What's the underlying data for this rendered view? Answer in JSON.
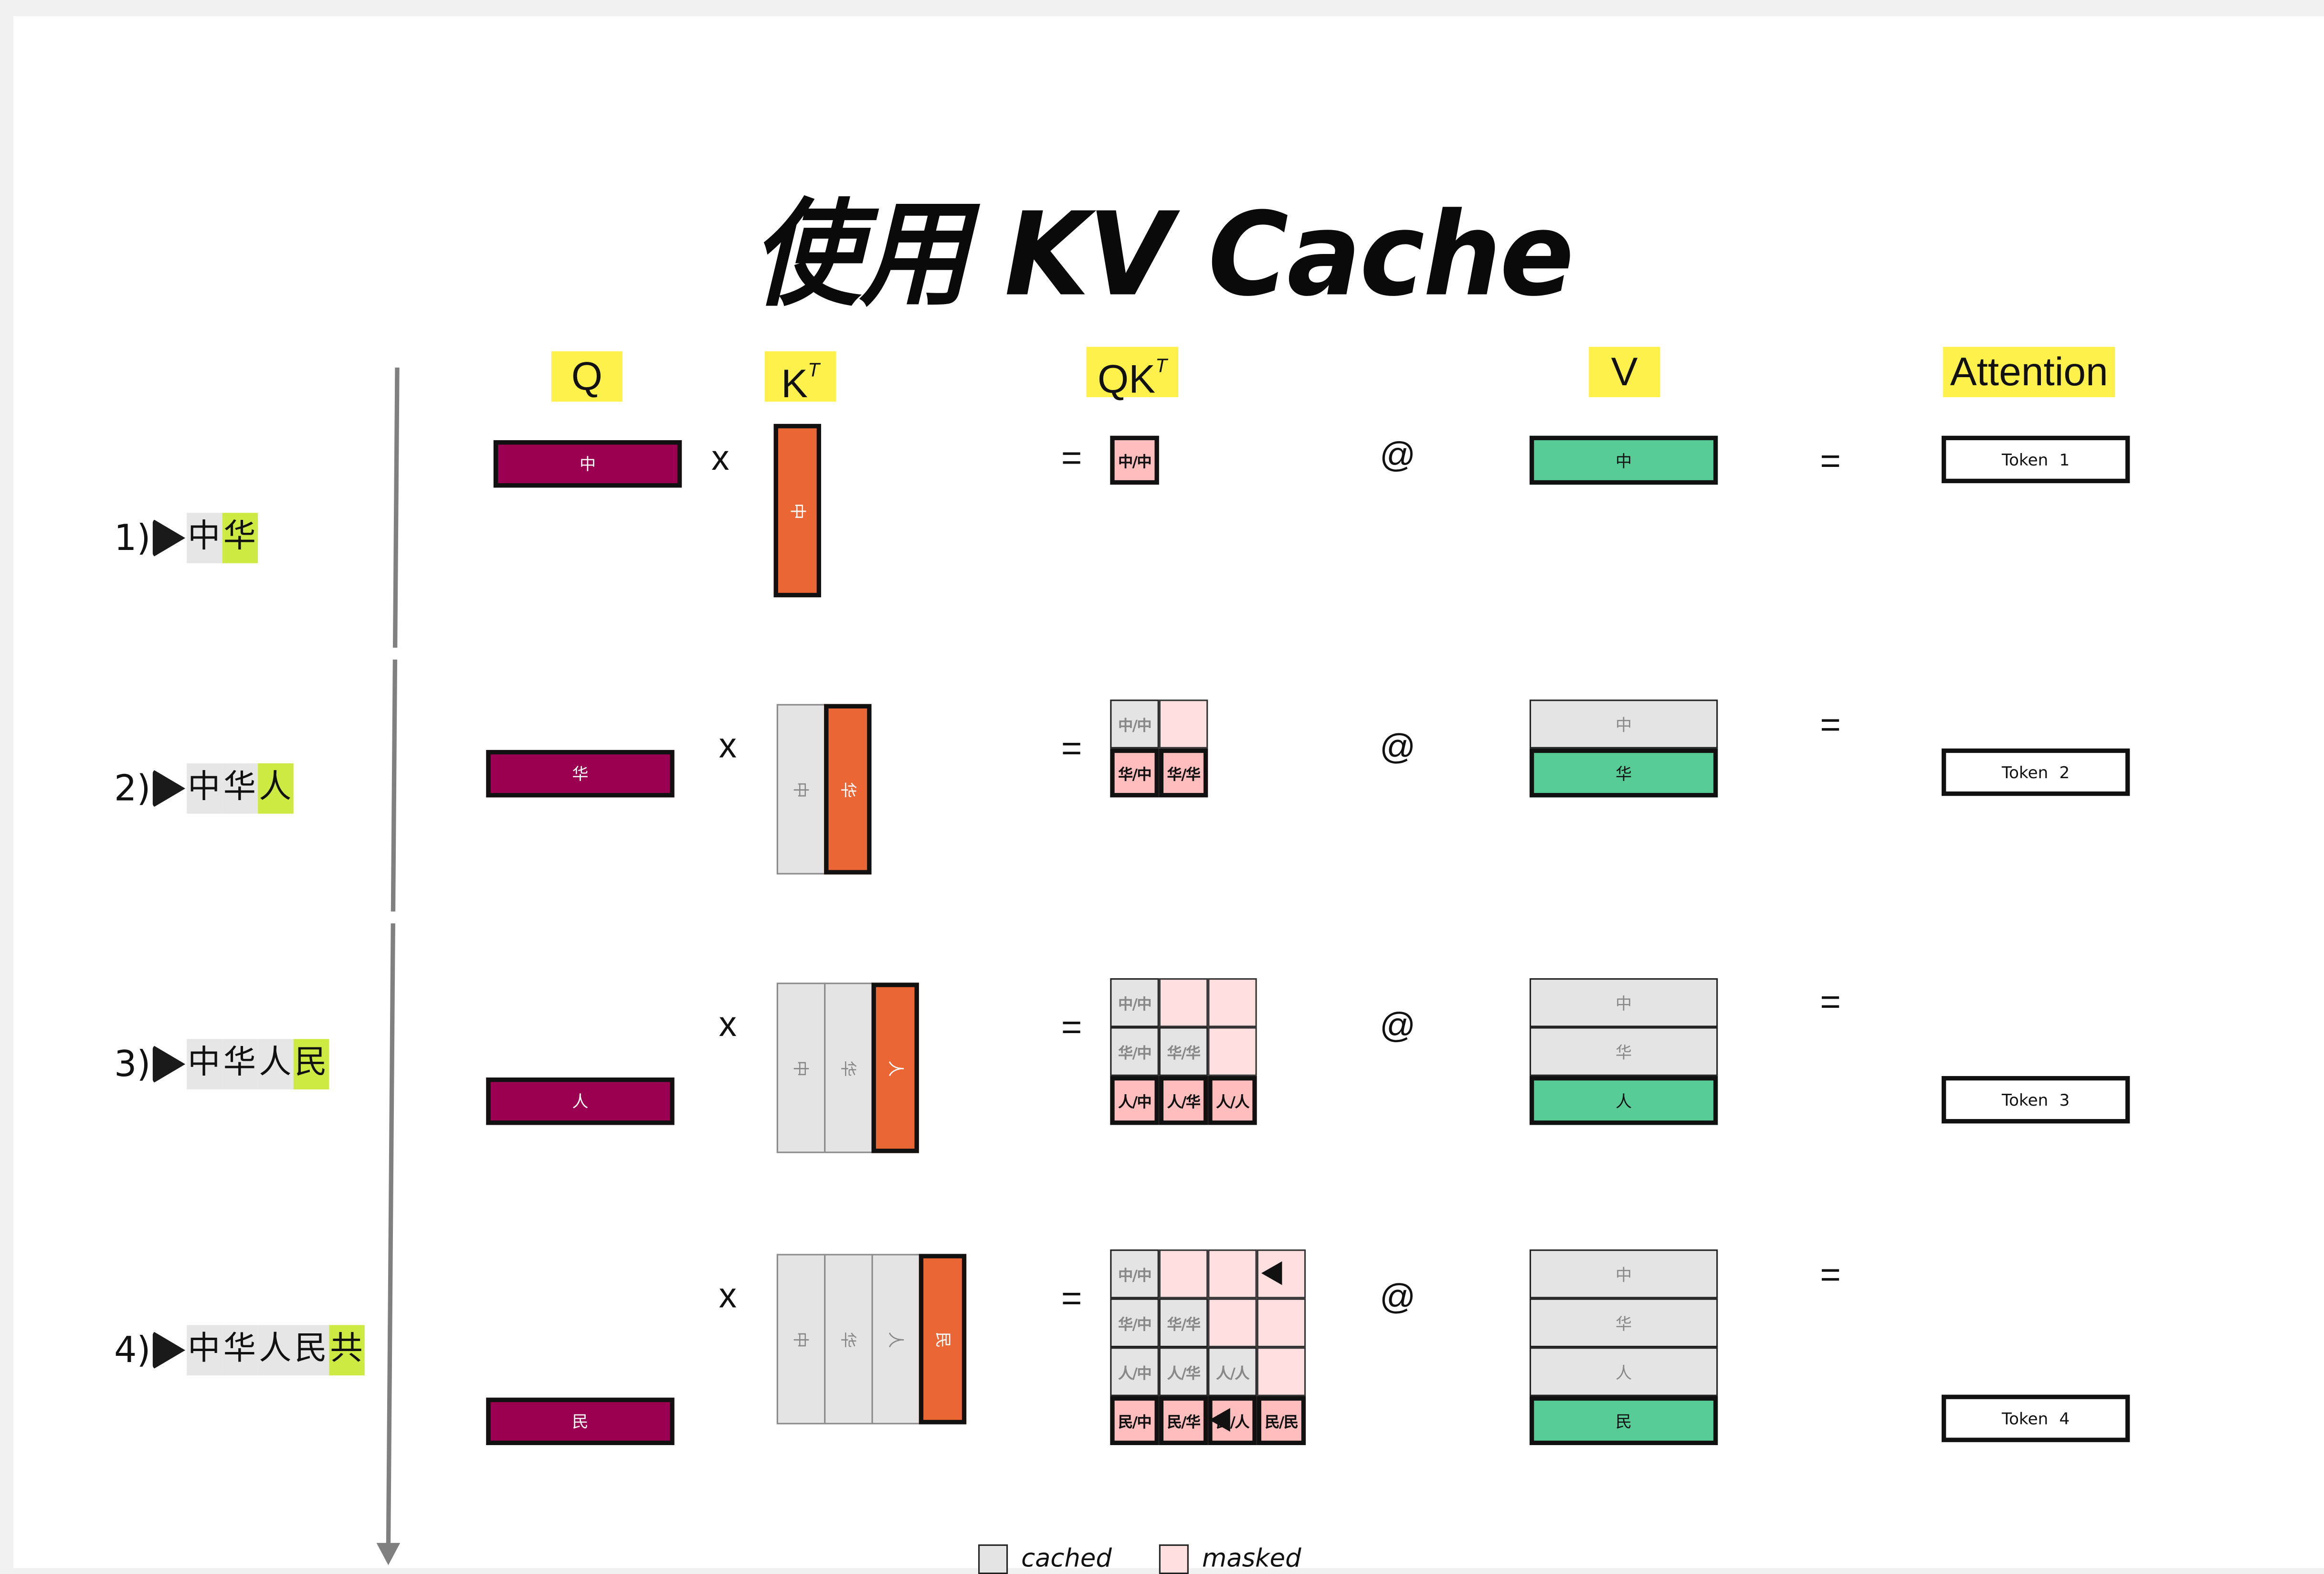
{
  "title": "使用 KV Cache",
  "headers": {
    "q": "Q",
    "kt": "K",
    "kt_sup": "T",
    "qkt": "QK",
    "qkt_sup": "T",
    "v": "V",
    "attention": "Attention"
  },
  "operators": {
    "times": "x",
    "equals": "=",
    "matmul": "@"
  },
  "colors": {
    "q": "#9b0050",
    "k": "#ea6634",
    "v": "#57cc97",
    "header_highlight": "#fff14b",
    "new_token_highlight": "#cdea42",
    "cached": "#e4e4e4",
    "masked": "#ffdfe0",
    "score_new": "#ffbdbd"
  },
  "steps": [
    {
      "label_num": "1)",
      "context": [
        "中"
      ],
      "new_token": "华",
      "q": "中",
      "k_cached": [],
      "k_new": "中",
      "qkt": [
        [
          "中/中"
        ]
      ],
      "v_cached": [],
      "v_new": "中",
      "output": "Token  1"
    },
    {
      "label_num": "2)",
      "context": [
        "中",
        "华"
      ],
      "new_token": "人",
      "q": "华",
      "k_cached": [
        "中"
      ],
      "k_new": "华",
      "qkt": [
        [
          "中/中",
          ""
        ],
        [
          "华/中",
          "华/华"
        ]
      ],
      "v_cached": [
        "中"
      ],
      "v_new": "华",
      "output": "Token  2"
    },
    {
      "label_num": "3)",
      "context": [
        "中",
        "华",
        "人"
      ],
      "new_token": "民",
      "q": "人",
      "k_cached": [
        "中",
        "华"
      ],
      "k_new": "人",
      "qkt": [
        [
          "中/中",
          "",
          ""
        ],
        [
          "华/中",
          "华/华",
          ""
        ],
        [
          "人/中",
          "人/华",
          "人/人"
        ]
      ],
      "v_cached": [
        "中",
        "华"
      ],
      "v_new": "人",
      "output": "Token  3"
    },
    {
      "label_num": "4)",
      "context": [
        "中",
        "华",
        "人",
        "民"
      ],
      "new_token": "共",
      "q": "民",
      "k_cached": [
        "中",
        "华",
        "人"
      ],
      "k_new": "民",
      "qkt": [
        [
          "中/中",
          "",
          "",
          ""
        ],
        [
          "华/中",
          "华/华",
          "",
          ""
        ],
        [
          "人/中",
          "人/华",
          "人/人",
          ""
        ],
        [
          "民/中",
          "民/华",
          "民/人",
          "民/民"
        ]
      ],
      "v_cached": [
        "中",
        "华",
        "人"
      ],
      "v_new": "民",
      "output": "Token  4"
    }
  ],
  "legend": [
    {
      "label": "cached",
      "color": "#e4e4e4"
    },
    {
      "label": "masked",
      "color": "#ffdfe0"
    }
  ]
}
